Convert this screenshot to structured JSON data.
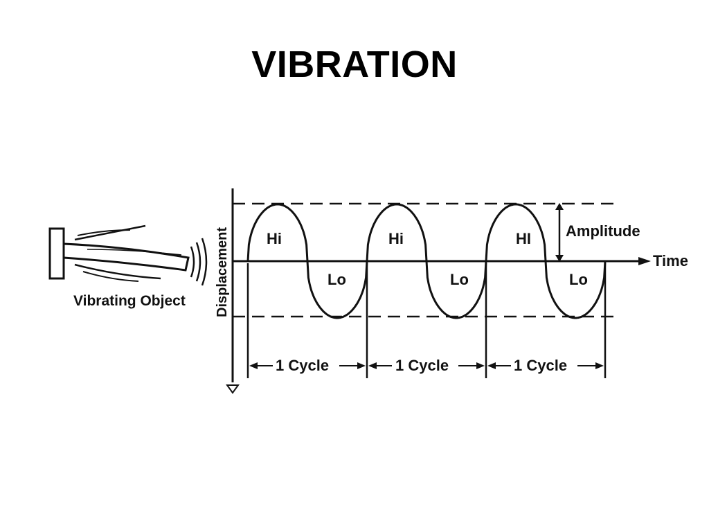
{
  "title": "VIBRATION",
  "object_label": "Vibrating Object",
  "y_axis_label": "Displacement",
  "x_axis_label": "Time",
  "amplitude_label": "Amplitude",
  "crest_labels": [
    "Hi",
    "Hi",
    "HI"
  ],
  "trough_labels": [
    "Lo",
    "Lo",
    "Lo"
  ],
  "cycle_labels": [
    "1 Cycle",
    "1 Cycle",
    "1 Cycle"
  ],
  "cycles": 3
}
